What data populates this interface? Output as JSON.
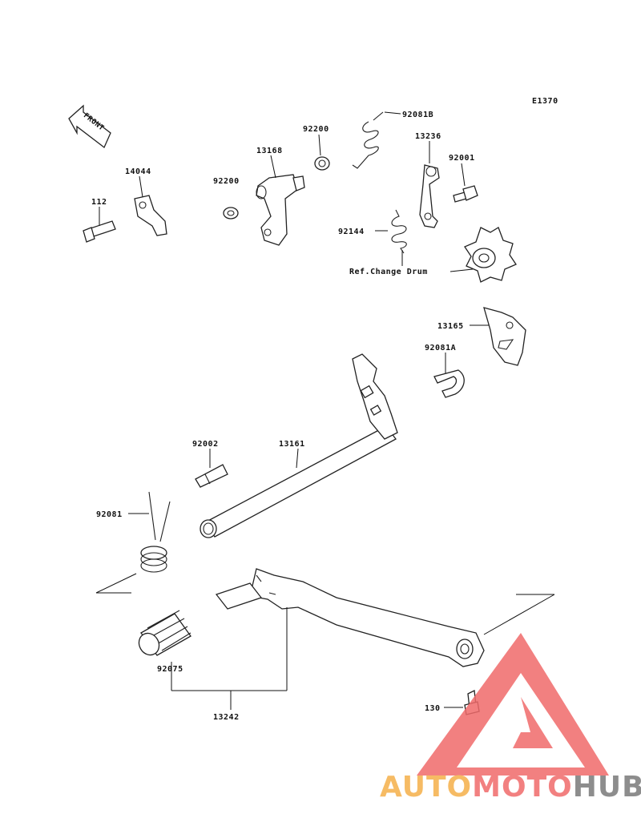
{
  "diagram": {
    "code": "E1370",
    "front_label": "FRONT",
    "labels": {
      "p14044": "14044",
      "p112": "112",
      "p13168": "13168",
      "p92200a": "92200",
      "p92200b": "92200",
      "p92081b": "92081B",
      "p13236": "13236",
      "p92001": "92001",
      "p92144": "92144",
      "ref_drum": "Ref.Change Drum",
      "p13165": "13165",
      "p92081a": "92081A",
      "p92002": "92002",
      "p13161": "13161",
      "p92081": "92081",
      "p92075": "92075",
      "p13242": "13242",
      "p130": "130"
    }
  },
  "watermark": {
    "part1": "AUTO",
    "part2": "MOTO",
    "part3": "HUB",
    "color_orange": "#f5b04a",
    "color_red": "#f06a6a",
    "color_gray": "#7a7a7a"
  }
}
